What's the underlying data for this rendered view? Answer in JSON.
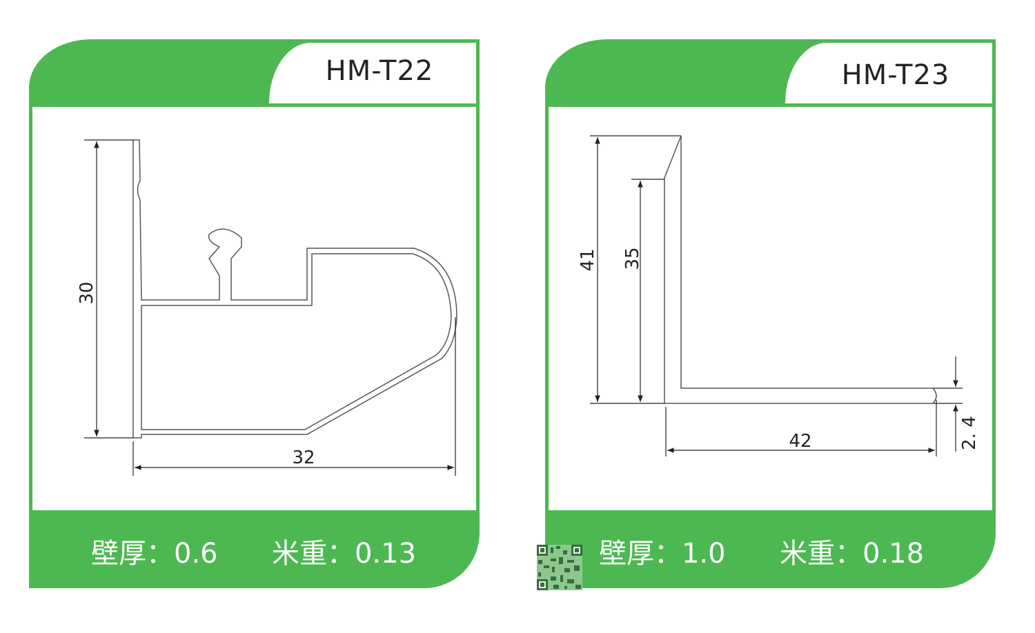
{
  "cards": [
    {
      "model": "HM-T22",
      "wall_label": "壁厚：",
      "wall": "0.6",
      "weight_label": "米重：",
      "weight": "0.13",
      "dims": {
        "height": "30",
        "width": "32"
      }
    },
    {
      "model": "HM-T23",
      "wall_label": "壁厚：",
      "wall": "1.0",
      "weight_label": "米重：",
      "weight": "0.18",
      "dims": {
        "outer_height": "41",
        "inner_height": "35",
        "width": "42",
        "thickness": "2. 4"
      }
    }
  ],
  "colors": {
    "brand": "#4db852"
  }
}
